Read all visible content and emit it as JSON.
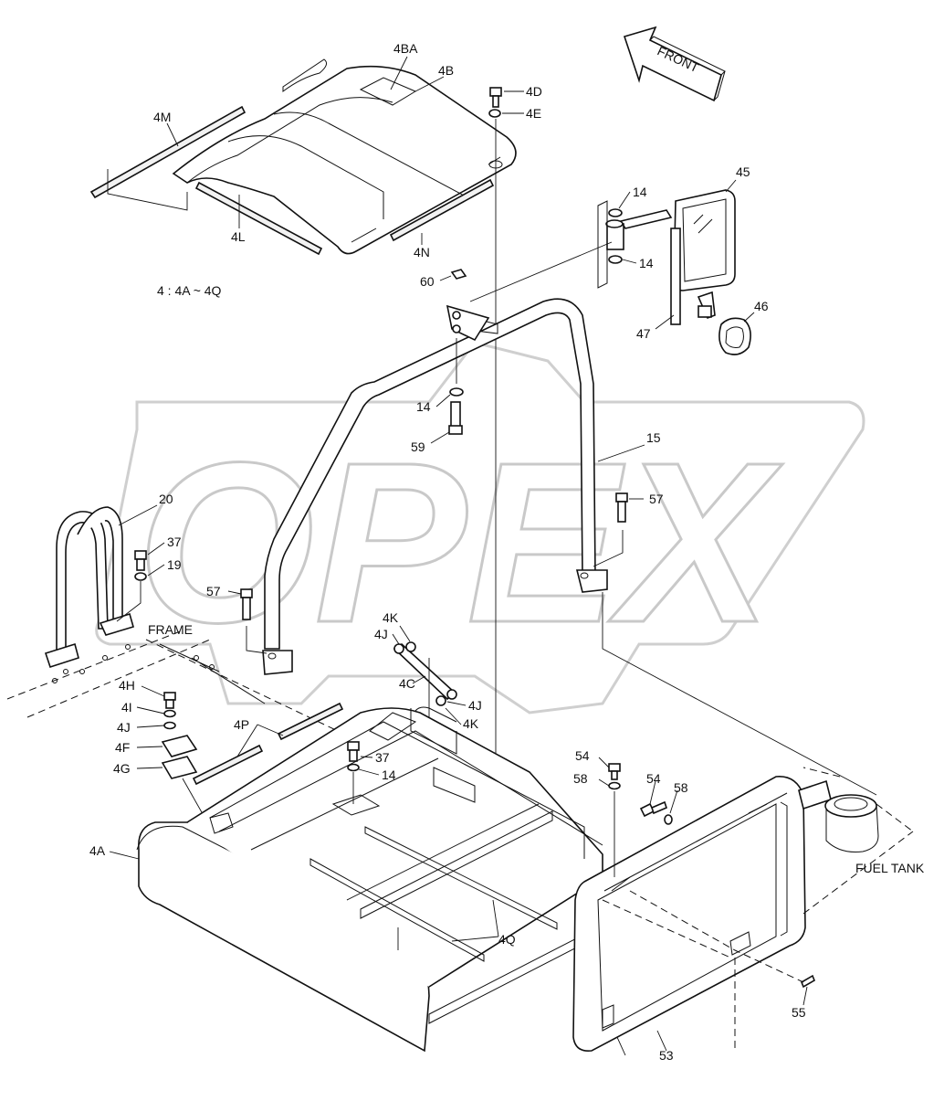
{
  "watermark": "OPEX",
  "front_arrow": "FRONT",
  "group_note": "4 : 4A ~ 4Q",
  "annotations": {
    "frame": "FRAME",
    "fuel_tank": "FUEL TANK"
  },
  "callouts": {
    "c4BA": "4BA",
    "c4B": "4B",
    "c4M": "4M",
    "c4L": "4L",
    "c4N": "4N",
    "c4D": "4D",
    "c4E": "4E",
    "c14a": "14",
    "c14b": "14",
    "c45": "45",
    "c46": "46",
    "c47": "47",
    "c60": "60",
    "c14c": "14",
    "c59": "59",
    "c15": "15",
    "c57a": "57",
    "c57b": "57",
    "c20": "20",
    "c37a": "37",
    "c19": "19",
    "c4K1": "4K",
    "c4J1": "4J",
    "c4C": "4C",
    "c4J2": "4J",
    "c4K2": "4K",
    "c4H": "4H",
    "c4I": "4I",
    "c4J3": "4J",
    "c4F": "4F",
    "c4G": "4G",
    "c4P": "4P",
    "c37b": "37",
    "c14d": "14",
    "c54a": "54",
    "c58a": "58",
    "c54b": "54",
    "c58b": "58",
    "c4A": "4A",
    "c4Q": "4Q",
    "c55": "55",
    "c53": "53"
  }
}
